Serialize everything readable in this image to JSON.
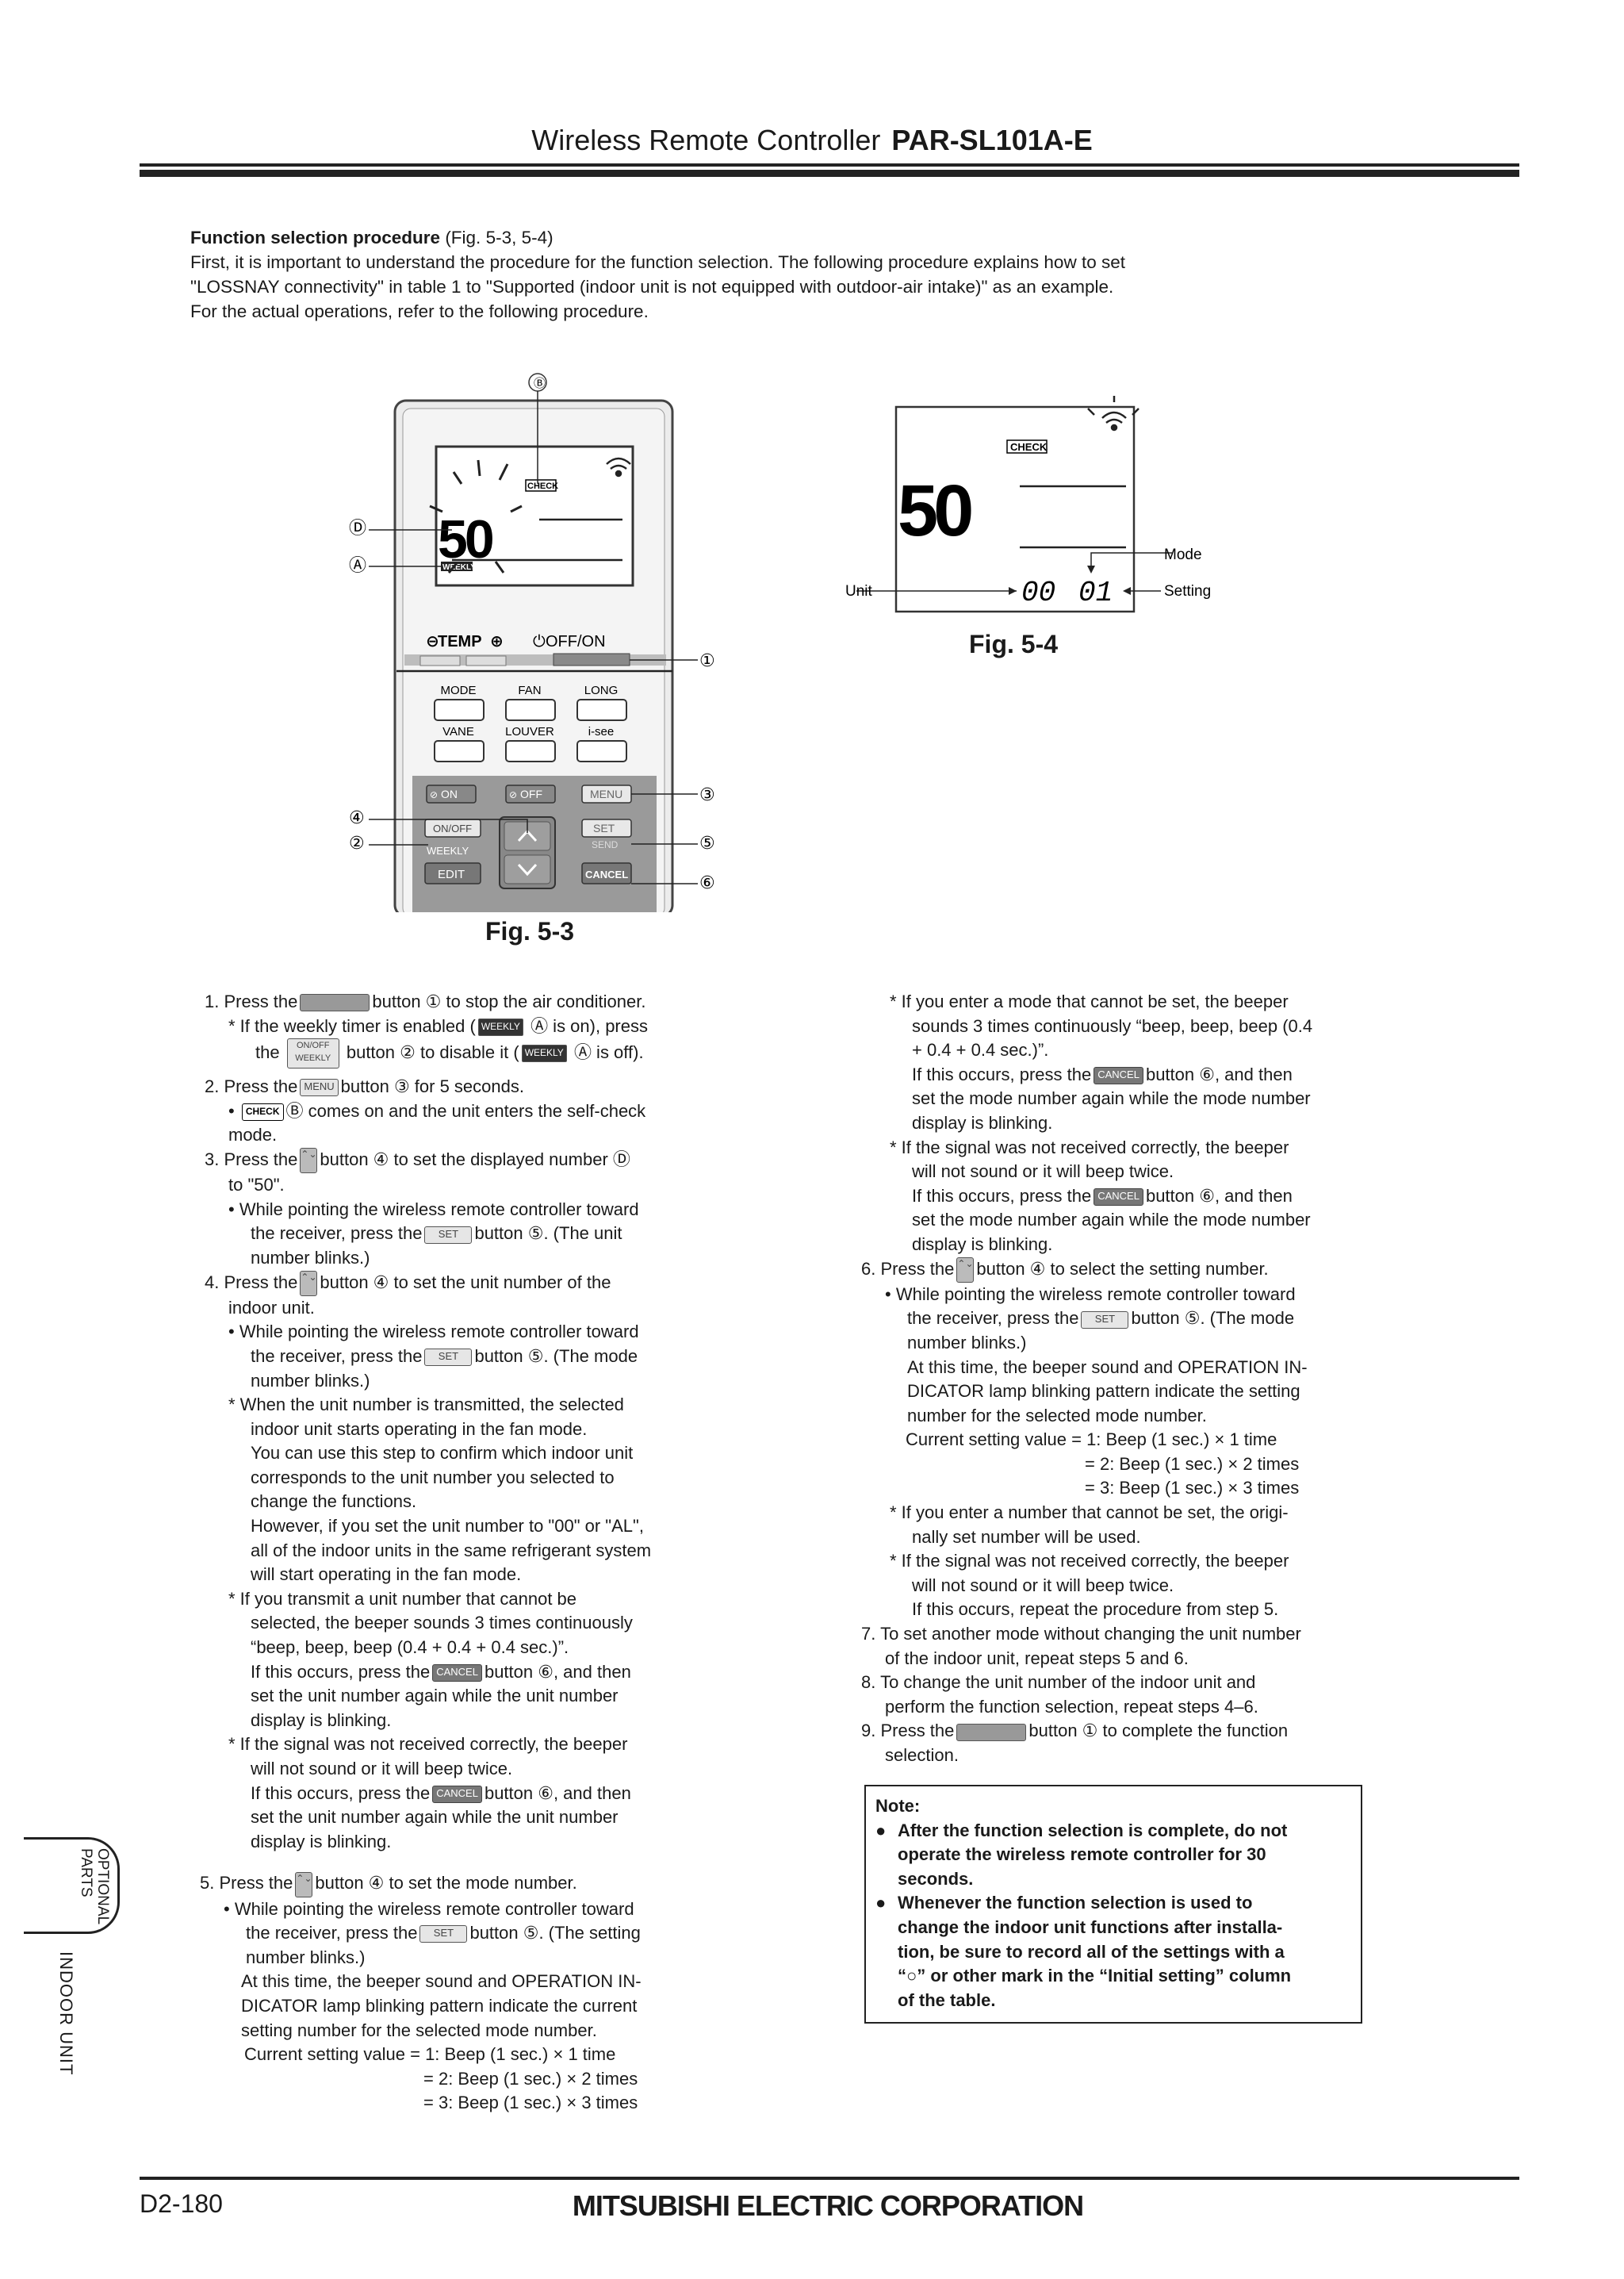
{
  "header": {
    "title": "Wireless Remote Controller",
    "model": "PAR-SL101A-E"
  },
  "intro": {
    "heading": "Function selection procedure",
    "heading_ref": "(Fig. 5-3, 5-4)",
    "line1": "First, it is important to understand the procedure for the function selection. The following procedure explains how to set",
    "line2": "\"LOSSNAY connectivity\" in table 1 to \"Supported (indoor unit is not equipped with outdoor-air intake)\" as an example.",
    "line3": "For the actual operations, refer to the following procedure."
  },
  "fig53": {
    "label": "Fig. 5-3",
    "callout_b": "Ⓑ",
    "callout_d": "Ⓓ",
    "callout_a": "Ⓐ",
    "callout_1": "①",
    "callout_2": "②",
    "callout_3": "③",
    "callout_4": "④",
    "callout_5": "⑤",
    "callout_6": "⑥",
    "lcd_check": "CHECK",
    "lcd_number": "50",
    "lcd_weekly": "WEEKLY",
    "temp_label": "TEMP",
    "onoff_label": "OFF/ON",
    "mode": "MODE",
    "fan": "FAN",
    "long": "LONG",
    "vane": "VANE",
    "louver": "LOUVER",
    "isee": "i-see",
    "on": "ON",
    "off": "OFF",
    "menu": "MENU",
    "onoff_small": "ON/OFF",
    "weekly": "WEEKLY",
    "edit": "EDIT",
    "set": "SET",
    "send": "SEND",
    "cancel": "CANCEL"
  },
  "fig54": {
    "label": "Fig. 5-4",
    "lcd_check": "CHECK",
    "lcd_number": "50",
    "lcd_unit": "00",
    "lcd_setting": "01",
    "unit_label": "Unit",
    "mode_label": "Mode",
    "setting_label": "Setting"
  },
  "buttons": {
    "menu": "MENU",
    "set": "SET",
    "cancel": "CANCEL",
    "weekly": "WEEKLY",
    "check": "CHECK",
    "onoff": "ON/OFF",
    "weekly_small": "WEEKLY",
    "updown": "⌃⌄"
  },
  "left": {
    "s1a": "1.  Press the",
    "s1b": "button ① to stop the air conditioner.",
    "s1c": "*   If the weekly timer is enabled (",
    "s1d": "Ⓐ  is on), press",
    "s1e": "the",
    "s1f": "button ② to disable it (",
    "s1g": "Ⓐ  is off).",
    "s2a": "2.  Press the",
    "s2b": "button ③ for 5 seconds.",
    "s2c": "•",
    "s2d": "Ⓑ comes on and the unit enters the self-check",
    "s2e": "mode.",
    "s3a": "3.  Press the",
    "s3b": "button ④ to set the displayed number Ⓓ",
    "s3c": "to \"50\".",
    "s3d": "•  While pointing the wireless remote controller toward",
    "s3e": "the receiver, press the",
    "s3f": "button ⑤. (The unit",
    "s3g": "number blinks.)",
    "s4a": "4.  Press the",
    "s4b": "button ④ to set the unit number of the",
    "s4c": "indoor unit.",
    "s4d": "•  While pointing the wireless remote controller toward",
    "s4e": "the receiver, press the",
    "s4f": "button ⑤. (The mode",
    "s4g": "number blinks.)",
    "s4h": "*   When the unit number is transmitted, the selected",
    "s4i": "indoor unit starts operating in the fan mode.",
    "s4j": "You can use this step to confirm which indoor unit",
    "s4k": "corresponds to the unit number you selected to",
    "s4l": "change the functions.",
    "s4m": "However, if you set the unit number to \"00\" or \"AL\",",
    "s4n": "all of the indoor units in the same refrigerant system",
    "s4o": "will start operating in the fan mode.",
    "s4p": "*   If you transmit a unit number that cannot be",
    "s4q": "selected, the beeper sounds 3 times continuously",
    "s4r": "“beep, beep, beep (0.4 + 0.4 + 0.4 sec.)”.",
    "s4s": "If this occurs, press the",
    "s4t": "button ⑥, and then",
    "s4u": "set the unit number again while the unit number",
    "s4v": "display is blinking.",
    "s4w": "*   If the signal was not received correctly, the beeper",
    "s4x": "will not sound or it will beep twice.",
    "s4y": "If this occurs, press the",
    "s4z": "button ⑥, and then",
    "s4aa": "set the unit number again while the unit number",
    "s4ab": "display is blinking.",
    "s5a": "5.  Press the",
    "s5b": "button ④ to set the mode number.",
    "s5c": "•  While pointing the wireless remote controller toward",
    "s5d": "the receiver, press the",
    "s5e": "button ⑤. (The setting",
    "s5f": "number blinks.)",
    "s5g": "At this time, the beeper sound and OPERATION IN-",
    "s5h": "DICATOR lamp blinking pattern indicate the current",
    "s5i": "setting number for the selected mode number.",
    "s5j": "Current setting value = 1: Beep (1 sec.) × 1 time",
    "s5k": "= 2: Beep (1 sec.) × 2 times",
    "s5l": "= 3: Beep (1 sec.) × 3 times"
  },
  "right": {
    "r1": "*   If you enter a mode that cannot be set, the beeper",
    "r2": "sounds 3 times continuously “beep, beep, beep (0.4",
    "r3": "+ 0.4 + 0.4 sec.)”.",
    "r4a": "If this occurs, press the",
    "r4b": "button ⑥, and then",
    "r5": "set the mode number again while the mode number",
    "r6": "display is blinking.",
    "r7": "*   If the signal was not received correctly, the beeper",
    "r8": "will not sound or it will beep twice.",
    "r9a": "If this occurs, press the",
    "r9b": "button ⑥, and then",
    "r10": "set the mode number again while the mode number",
    "r11": "display is blinking.",
    "r12a": "6.  Press the",
    "r12b": "button ④ to select the setting number.",
    "r13": "•  While pointing the wireless remote controller toward",
    "r14a": "the receiver, press the",
    "r14b": "button ⑤. (The mode",
    "r15": "number blinks.)",
    "r16": "At this time, the beeper sound and OPERATION IN-",
    "r17": "DICATOR lamp blinking pattern indicate the setting",
    "r18": "number for the selected mode number.",
    "r19": "Current setting value = 1: Beep (1 sec.) × 1 time",
    "r20": "= 2: Beep (1 sec.) × 2 times",
    "r21": "= 3: Beep (1 sec.) × 3 times",
    "r22": "*   If you enter a number that cannot be set, the origi-",
    "r23": "nally set number will be used.",
    "r24": "*   If the signal was not received correctly, the beeper",
    "r25": "will not sound or it will beep twice.",
    "r26": "If this occurs, repeat the procedure from step 5.",
    "r27": "7.  To set another mode without changing the unit number",
    "r28": "of the indoor unit, repeat steps 5 and 6.",
    "r29": "8.  To change the unit number of the indoor unit and",
    "r30": "perform the function selection, repeat steps 4–6.",
    "r31a": "9.  Press the",
    "r31b": "button ① to complete the function",
    "r32": "selection."
  },
  "note": {
    "title": "Note:",
    "bullet": "●",
    "n1a": "After the function selection is complete, do not",
    "n1b": "operate the wireless remote controller for 30",
    "n1c": "seconds.",
    "n2a": "Whenever the function selection is used to",
    "n2b": "change the indoor unit functions after installa-",
    "n2c": "tion, be sure to record all of the settings with a",
    "n2d": "“○” or other mark in the “Initial setting” column",
    "n2e": "of the table."
  },
  "sidebar": {
    "optional_line1": "OPTIONAL",
    "optional_line2": "PARTS",
    "indoor": "INDOOR UNIT"
  },
  "footer": {
    "page": "D2-180",
    "corp": "MITSUBISHI ELECTRIC CORPORATION"
  }
}
